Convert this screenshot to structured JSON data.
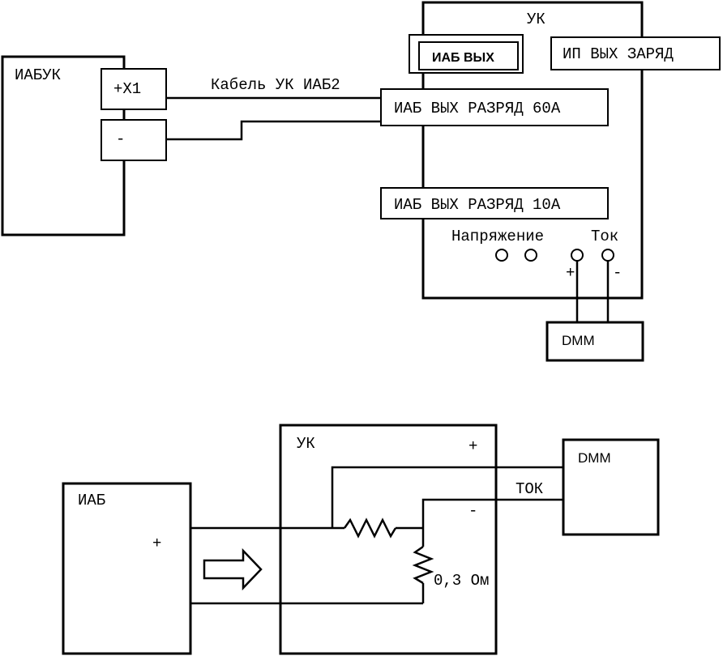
{
  "top": {
    "iabuk_label": "ИАБУК",
    "x1_plus_label": "+X1",
    "x1_minus_label": "-",
    "cable_label": "Кабель УК ИАБ2",
    "uk_label": "УК",
    "iab_out_label": "ИАБ ВЫХ",
    "ip_out_charge_label": "ИП ВЫХ ЗАРЯД",
    "iab_out_discharge60_label": "ИАБ ВЫХ РАЗРЯД 60А",
    "iab_out_discharge10_label": "ИАБ ВЫХ РАЗРЯД 10А",
    "voltage_label": "Напряжение",
    "current_label": "Ток",
    "plus_sign": "+",
    "minus_sign": "-",
    "dmm_label": "DMM"
  },
  "bottom": {
    "uk_label": "УК",
    "plus_sign": "+",
    "minus_sign": "-",
    "current_label": "ТОК",
    "dmm_label": "DMM",
    "iab_label": "ИАБ",
    "iab_plus_sign": "+",
    "resistor_label": "0,3 Ом"
  }
}
